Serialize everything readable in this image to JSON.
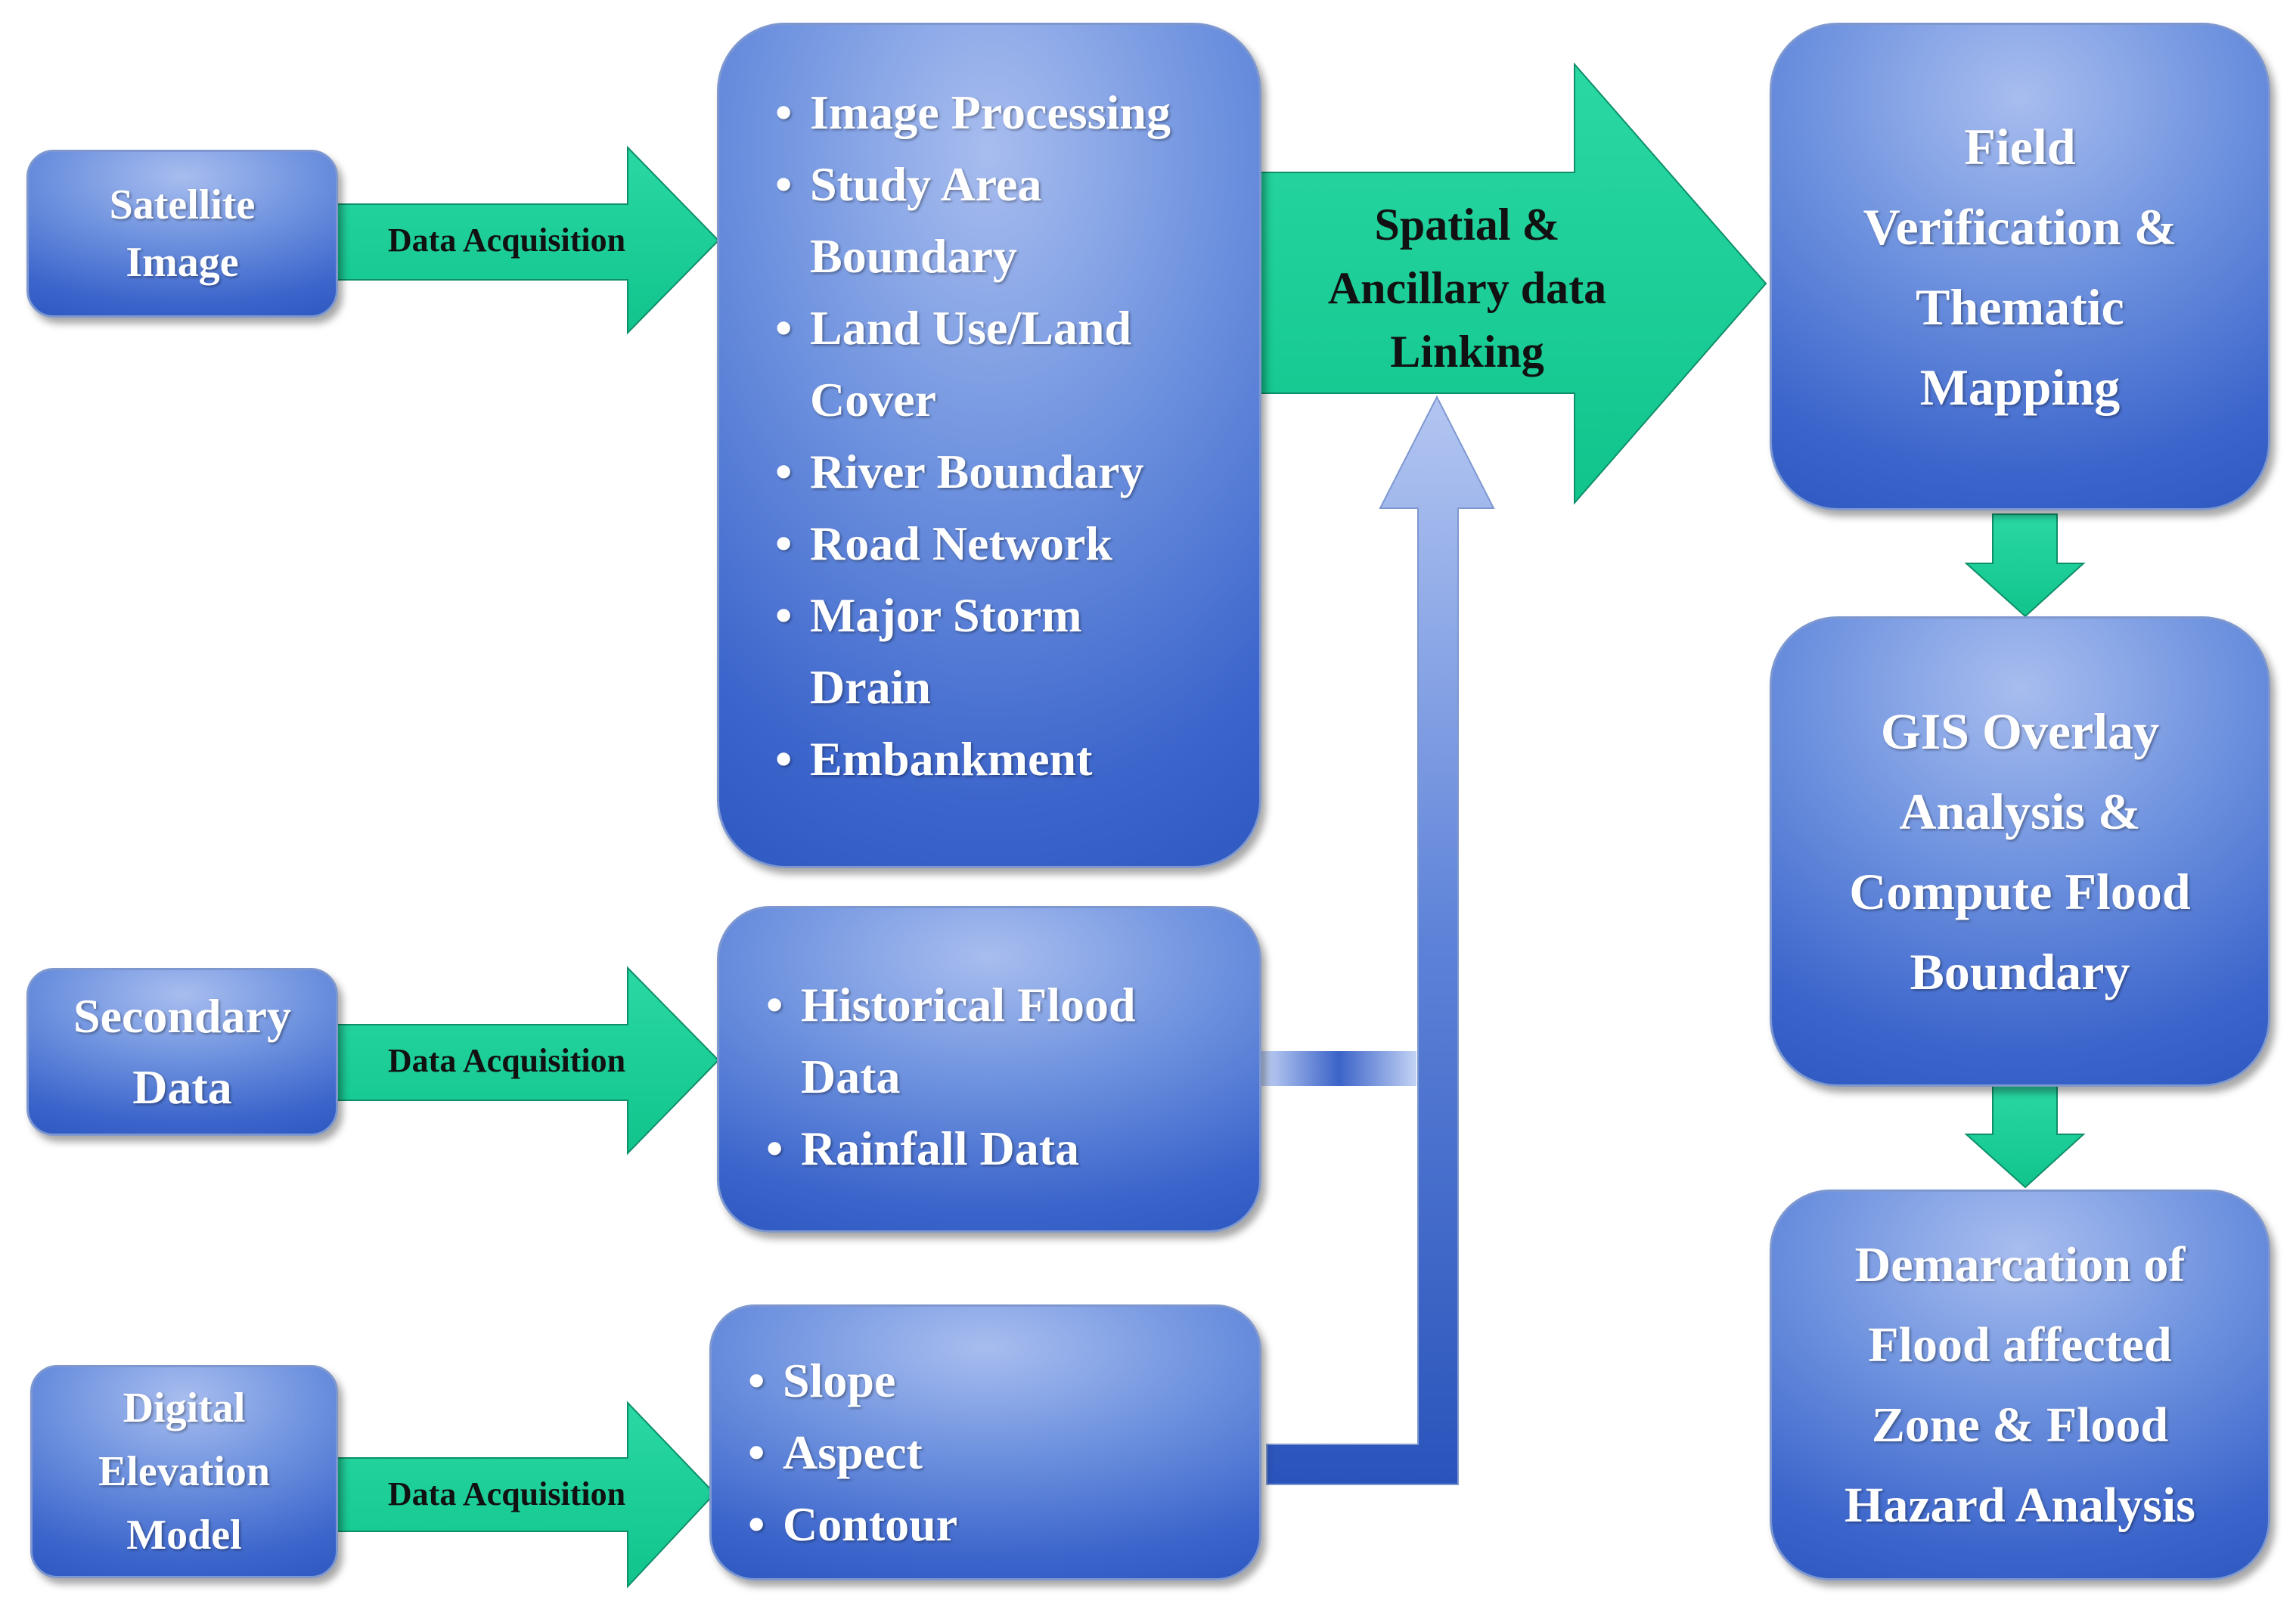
{
  "sources": {
    "satellite": "Satellite\nImage",
    "secondary": "Secondary\nData",
    "dem": "Digital\nElevation\nModel"
  },
  "acquisition_label": "Data Acquisition",
  "process_boxes": {
    "top": [
      "Image Processing",
      "Study Area\nBoundary",
      "Land Use/Land\nCover",
      "River Boundary",
      "Road Network",
      "Major Storm\nDrain",
      "Embankment"
    ],
    "middle": [
      "Historical Flood\nData",
      "Rainfall Data"
    ],
    "bottom": [
      "Slope",
      "Aspect",
      "Contour"
    ]
  },
  "linking_label": "Spatial &\nAncillary data\nLinking",
  "outputs": {
    "field": "Field\nVerification &\nThematic\nMapping",
    "gis": "GIS Overlay\nAnalysis &\nCompute Flood\nBoundary",
    "demarcation": "Demarcation of\nFlood affected\nZone & Flood\nHazard Analysis"
  },
  "colors": {
    "box_dark": "#2450b8",
    "box_light": "#a8bdef",
    "arrow_green": "#14cc94",
    "arrow_stroke": "#0e8f6a"
  }
}
